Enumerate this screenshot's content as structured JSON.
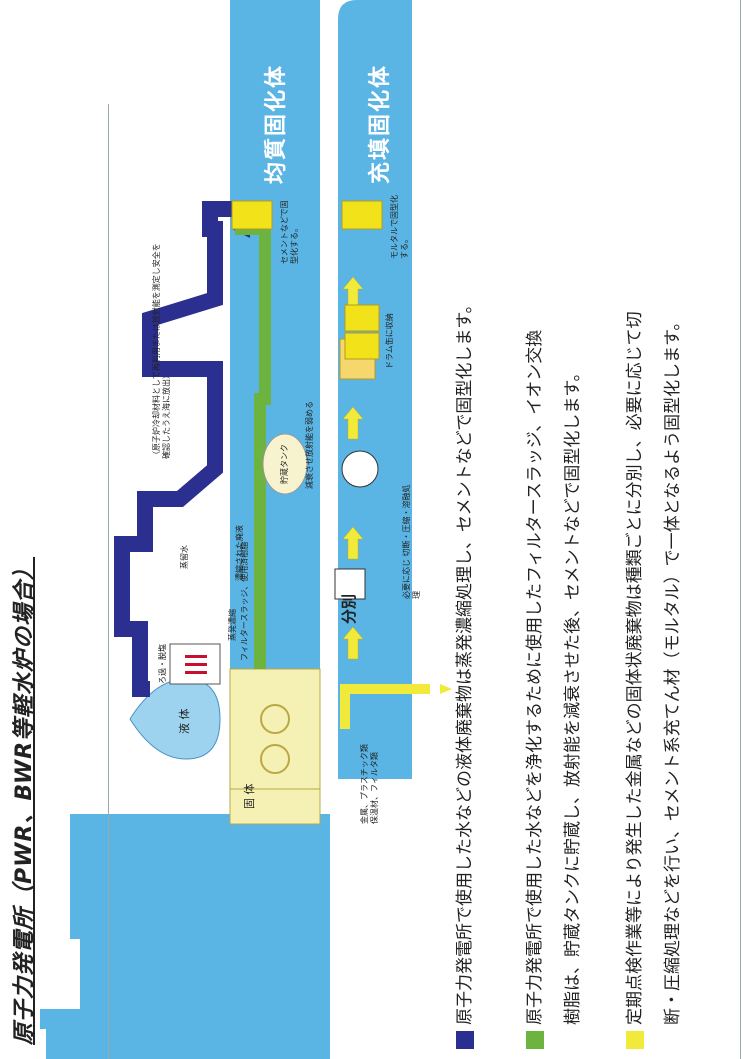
{
  "title": "原子力発電所（PWR、BWR等軽水炉の場合）",
  "bands": {
    "homogeneous": "均質固化体",
    "filled": "充填固化体"
  },
  "diagram": {
    "liquid": "液 体",
    "solid": "固 体",
    "filtration": "ろ過・脱塩",
    "evaporation_concentration": "蒸発濃縮",
    "filter_sludge": "フィルタースラッジ、使用済樹脂",
    "distillate": "蒸留水",
    "concentrated_liquid": "濃縮された廃液",
    "reuse_note": "（原子炉冷却材料として再利用または放射能を測定し安全を確認したうえ海に放出）",
    "storage_tank": "貯蔵タンク",
    "decay_note": "減衰させ放射能を弱める",
    "cement_note": "セメントなどで固型化する。",
    "sorting": "分別",
    "sorting_items": "金属、プラスチック類 保温材、フィルタ類",
    "processing": "必要に応じ 切断・圧縮・溶融処理",
    "drum": "ドラム缶に収納",
    "mortar_note": "モルタルで固型化する。"
  },
  "legend": [
    {
      "color": "#2b2f8f",
      "text": "原子力発電所で使用した水などの液体廃棄物は蒸発濃縮処理し、セメントなどで固型化します。"
    },
    {
      "color": "#6db33f",
      "line1": "原子力発電所で使用した水などを浄化するために使用したフィルタースラッジ、イオン交換",
      "line2": "樹脂は、貯蔵タンクに貯蔵し、放射能を減衰させた後、セメントなどで固型化します。"
    },
    {
      "color": "#f2ea3a",
      "line1": "定期点検作業等により発生した金属などの固体状廃棄物は種類ごとに分別し、必要に応じて切",
      "line2": "断・圧縮処理などを行い、セメント系充てん材（モルタル）で一体となるよう固型化します。"
    }
  ]
}
